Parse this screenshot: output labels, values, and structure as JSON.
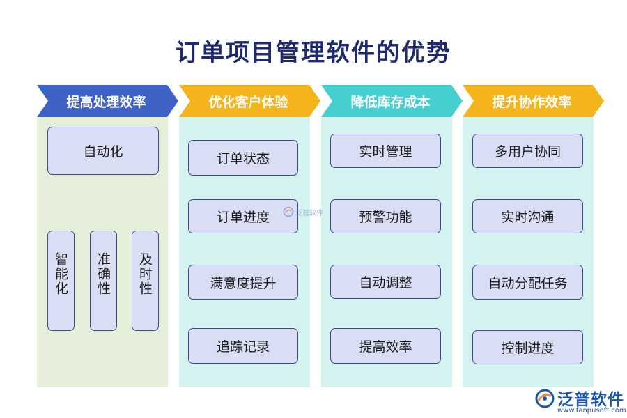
{
  "title": "订单项目管理软件的优势",
  "colors": {
    "title": "#1f2a6e",
    "col1_head": "#3f62c6",
    "col1_bg": "#e6efd9",
    "col2_head": "#f4b41b",
    "col2_bg": "#d4f2f0",
    "col3_head": "#46cfd0",
    "col3_bg": "#d4f2f0",
    "col4_head": "#f4b41b",
    "col4_bg": "#d4f2f0",
    "box_fill": "#d9def5",
    "box_border": "#3c4887"
  },
  "columns": [
    {
      "header": "提高处理效率",
      "top_item": "自动化",
      "vertical_items": [
        "智能化",
        "准确性",
        "及时性"
      ]
    },
    {
      "header": "优化客户体验",
      "items": [
        "订单状态",
        "订单进度",
        "满意度提升",
        "追踪记录"
      ]
    },
    {
      "header": "降低库存成本",
      "items": [
        "实时管理",
        "预警功能",
        "自动调整",
        "提高效率"
      ]
    },
    {
      "header": "提升协作效率",
      "items": [
        "多用户协同",
        "实时沟通",
        "自动分配任务",
        "控制进度"
      ]
    }
  ],
  "watermark": {
    "text": "泛普软件",
    "icon": "fanpu-logo-icon"
  },
  "logo": {
    "name": "泛普软件",
    "url": "www.fanpusoft.com",
    "icon": "fanpu-logo-icon"
  }
}
